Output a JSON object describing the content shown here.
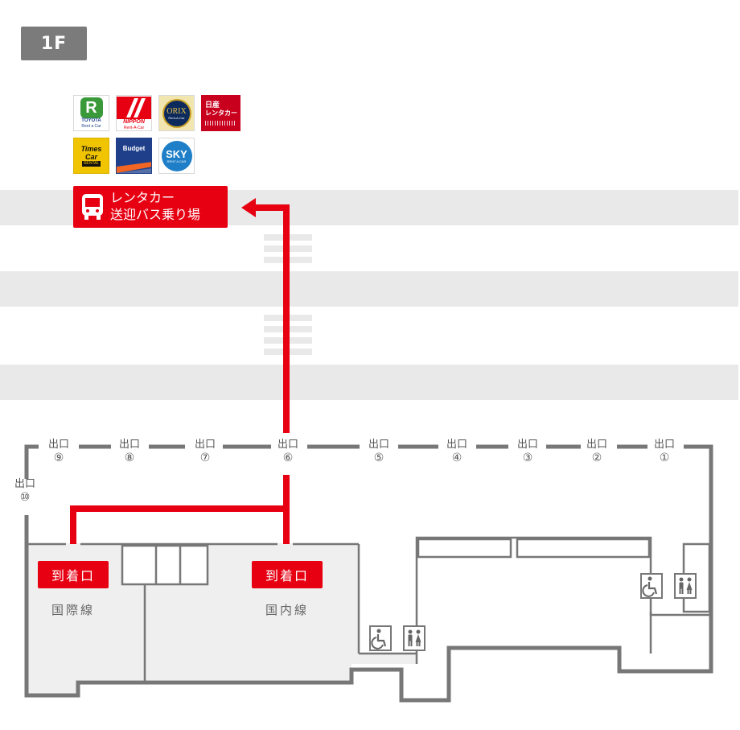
{
  "floor": {
    "label": "1F"
  },
  "rental_companies": [
    {
      "name": "TOYOTA",
      "sub": "Rent a Car",
      "glyph": "R",
      "color": "#3a9a3a"
    },
    {
      "name": "NIPPON",
      "sub": "Rent-A-Car",
      "glyph": "",
      "color": "#e60012"
    },
    {
      "name": "ORIX",
      "sub": "Rent-A-Car",
      "glyph": "",
      "color": "#0d2a5c"
    },
    {
      "name": "日産",
      "sub": "レンタカー",
      "glyph": "",
      "color": "#c8001e"
    },
    {
      "name": "Times",
      "sub": "Car",
      "glyph": "RENTAL",
      "color": "#f0c400"
    },
    {
      "name": "Budget",
      "sub": "",
      "glyph": "",
      "color": "#1f3f8a"
    },
    {
      "name": "SKY",
      "sub": "RENT A CAR",
      "glyph": "",
      "color": "#1e7fc8"
    }
  ],
  "bus_stop": {
    "line1": "レンタカー",
    "line2": "送迎バス乗り場",
    "icon": "bus-icon"
  },
  "exits": [
    {
      "label": "出口",
      "num": "⑨"
    },
    {
      "label": "出口",
      "num": "⑧"
    },
    {
      "label": "出口",
      "num": "⑦"
    },
    {
      "label": "出口",
      "num": "⑥"
    },
    {
      "label": "出口",
      "num": "⑤"
    },
    {
      "label": "出口",
      "num": "④"
    },
    {
      "label": "出口",
      "num": "③"
    },
    {
      "label": "出口",
      "num": "②"
    },
    {
      "label": "出口",
      "num": "①"
    },
    {
      "label": "出口",
      "num": "⑩"
    }
  ],
  "arrivals": [
    {
      "label": "到着口",
      "line": "国際線"
    },
    {
      "label": "到着口",
      "line": "国内線"
    }
  ],
  "facilities": [
    {
      "icon": "wheelchair-icon"
    },
    {
      "icon": "restroom-icon"
    },
    {
      "icon": "wheelchair-icon"
    },
    {
      "icon": "restroom-icon"
    }
  ],
  "colors": {
    "route": "#e60012",
    "wall": "#777777",
    "road": "#e9e9e9",
    "floor": "#efefef"
  }
}
